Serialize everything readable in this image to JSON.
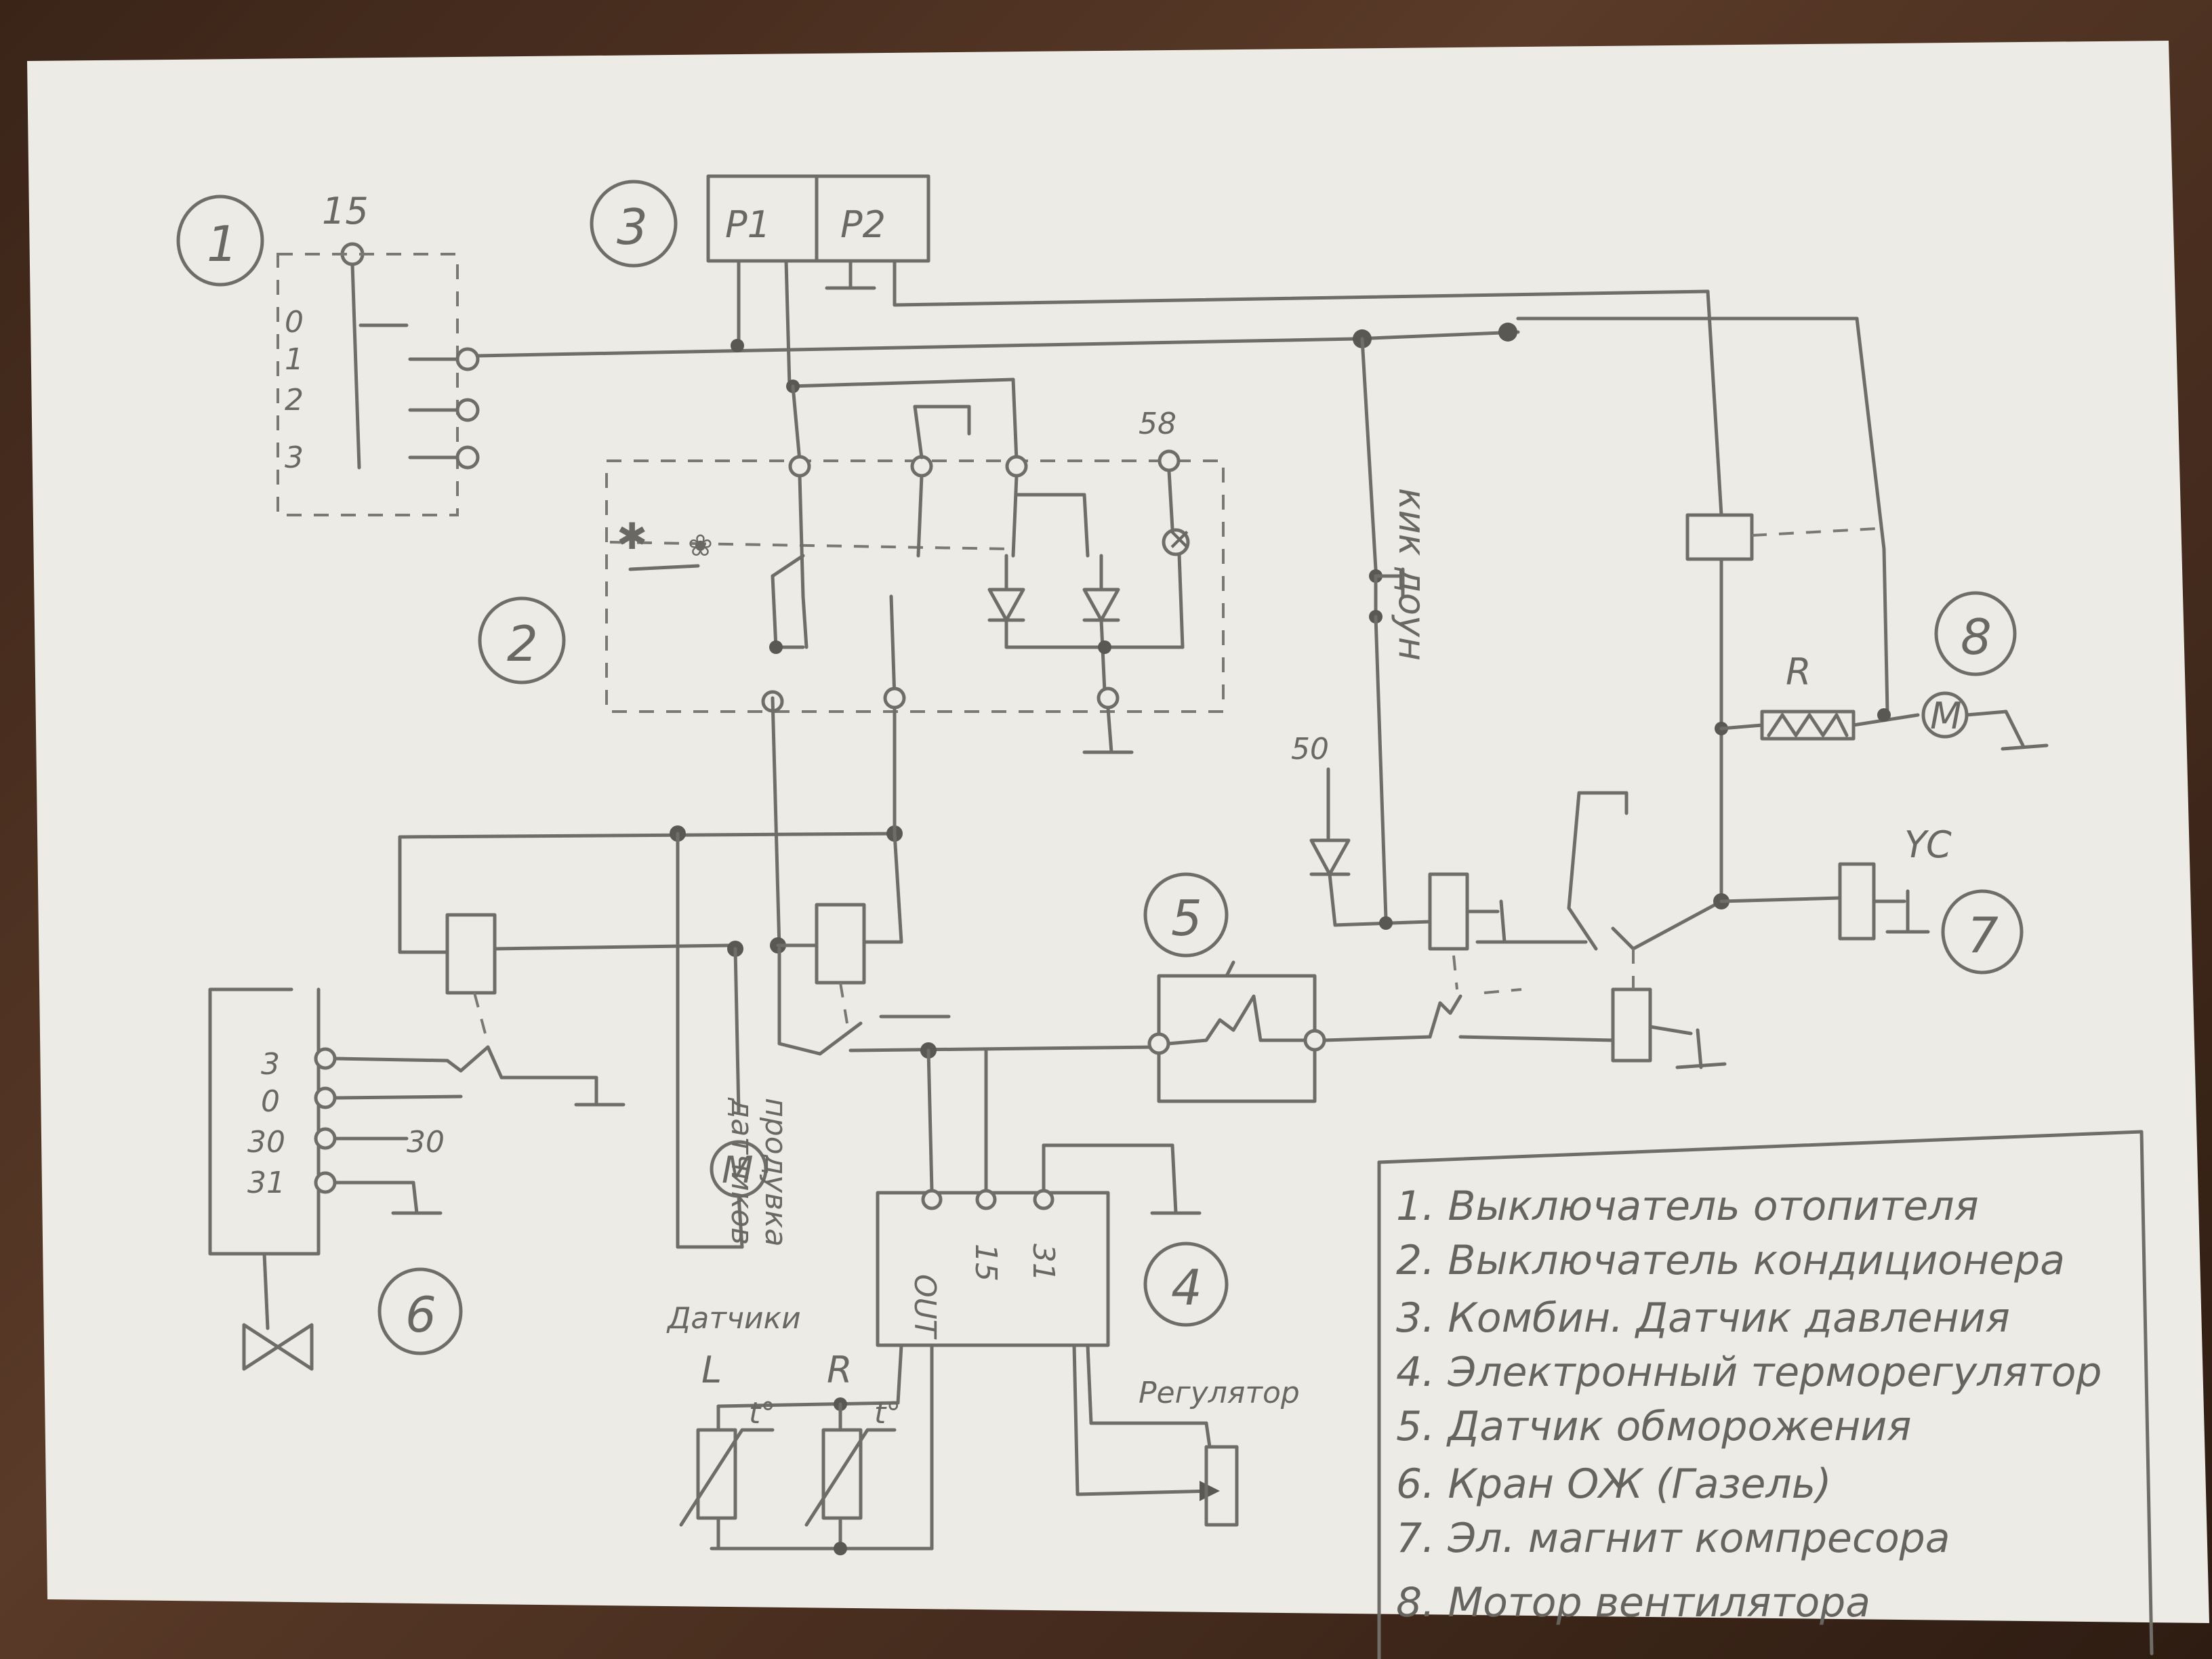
{
  "diagram": {
    "numbers": {
      "n1": "1",
      "n2": "2",
      "n3": "3",
      "n4": "4",
      "n5": "5",
      "n6": "6",
      "n7": "7",
      "n8": "8"
    },
    "switch1": {
      "terminal": "15",
      "positions": [
        "0",
        "1",
        "2",
        "3"
      ]
    },
    "sensor3": {
      "p1": "P1",
      "p2": "P2"
    },
    "switch2": {
      "terminal": "58"
    },
    "relay_labels": {
      "kick_down": "кик доун",
      "terminal50": "50",
      "resistor": "R",
      "compressor_coil": "YC"
    },
    "valve6": {
      "terminals": [
        "3",
        "0",
        "30",
        "31"
      ],
      "ext_terminal": "30"
    },
    "fan_motor": "M",
    "blower_motor": "M",
    "blow_label": [
      "продувка",
      "датчиков"
    ],
    "regulator4": {
      "pins": [
        "OUT",
        "15",
        "31"
      ],
      "regulator": "Регулятор"
    },
    "sensors": {
      "title": "Датчики",
      "left": "L",
      "right": "R",
      "t_left": "t°",
      "t_right": "t°"
    }
  },
  "legend": [
    "1. Выключатель отопителя",
    "2. Выключатель кондиционера",
    "3. Комбин. Датчик давления",
    "4. Электронный терморегулятор",
    "5. Датчик обморожения",
    "6. Кран ОЖ (Газель)",
    "7. Эл. магнит компресора",
    "8. Мотор вентилятора"
  ]
}
